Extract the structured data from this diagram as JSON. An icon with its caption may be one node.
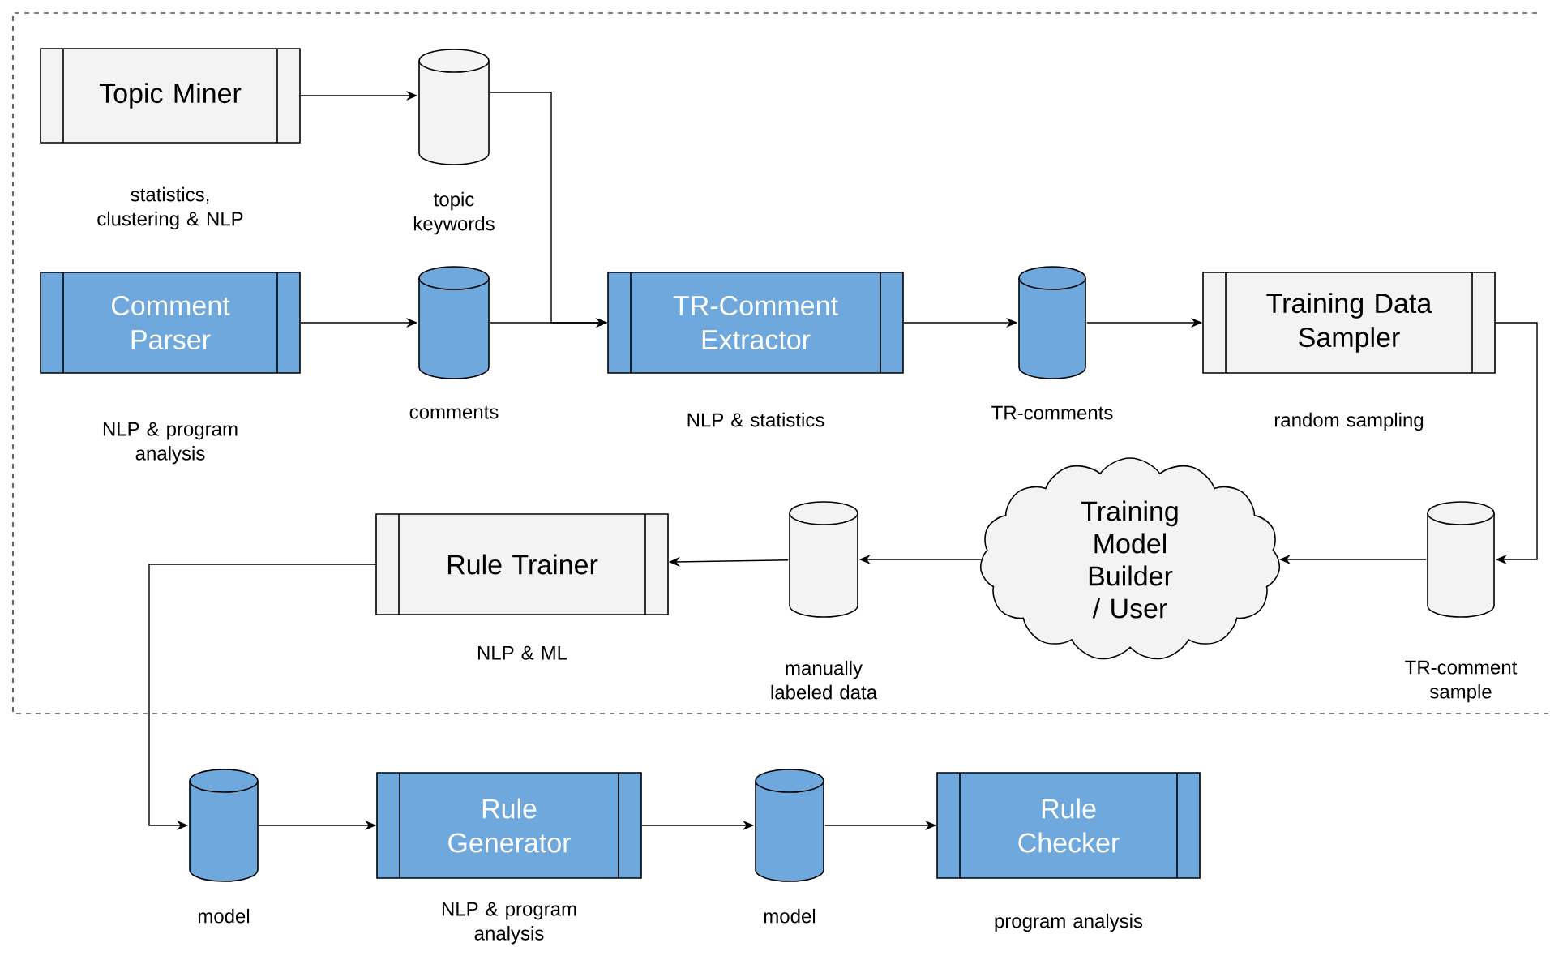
{
  "diagram": {
    "nodes": [
      {
        "text": [
          "Topic Miner"
        ],
        "beside": [
          "statistics, clustering & NLP"
        ]
      },
      {
        "text": [],
        "shape": "cylinder",
        "beside": [
          "topic keywords"
        ]
      },
      {
        "text": [
          "Comment Parser"
        ],
        "beside": [
          "NLP & program analysis"
        ]
      },
      {
        "text": [],
        "shape": "cylinder",
        "beside": [
          "comments"
        ]
      },
      {
        "text": [
          "TR-Comment Extractor"
        ],
        "beside": [
          "NLP & statistics"
        ]
      },
      {
        "text": [],
        "shape": "cylinder",
        "beside": [
          "TR-comments"
        ]
      },
      {
        "text": [
          "Training Data Sampler"
        ],
        "beside": [
          "random sampling"
        ]
      },
      {
        "text": [],
        "shape": "cylinder",
        "beside": [
          "TR-comment sample"
        ]
      },
      {
        "text": [
          "Training Model Builder / User"
        ]
      },
      {
        "text": [],
        "shape": "cylinder",
        "beside": [
          "manually labeled data"
        ]
      },
      {
        "text": [
          "Rule Trainer"
        ],
        "beside": [
          "NLP & ML"
        ]
      },
      {
        "text": [],
        "shape": "cylinder",
        "beside": [
          "model"
        ]
      },
      {
        "text": [
          "Rule Generator"
        ],
        "beside": [
          "NLP & program analysis"
        ]
      },
      {
        "text": [],
        "shape": "cylinder",
        "beside": [
          "model"
        ]
      },
      {
        "text": [
          "Rule Checker"
        ],
        "beside": [
          "program analysis"
        ]
      }
    ],
    "edges": [
      {
        "from": 0,
        "to": 1,
        "arrow": "to"
      },
      {
        "from": 1,
        "to": 4,
        "arrow": "to"
      },
      {
        "from": 2,
        "to": 3,
        "arrow": "to"
      },
      {
        "from": 3,
        "to": 4,
        "arrow": "to"
      },
      {
        "from": 4,
        "to": 5,
        "arrow": "to"
      },
      {
        "from": 5,
        "to": 6,
        "arrow": "to"
      },
      {
        "from": 6,
        "to": 7,
        "arrow": "to"
      },
      {
        "from": 7,
        "to": 8,
        "arrow": "to"
      },
      {
        "from": 8,
        "to": 9,
        "arrow": "to"
      },
      {
        "from": 9,
        "to": 10,
        "arrow": "to"
      },
      {
        "from": 10,
        "to": 11,
        "arrow": "to"
      },
      {
        "from": 11,
        "to": 12,
        "arrow": "to"
      },
      {
        "from": 12,
        "to": 13,
        "arrow": "to"
      },
      {
        "from": 13,
        "to": 14,
        "arrow": "to"
      }
    ]
  }
}
